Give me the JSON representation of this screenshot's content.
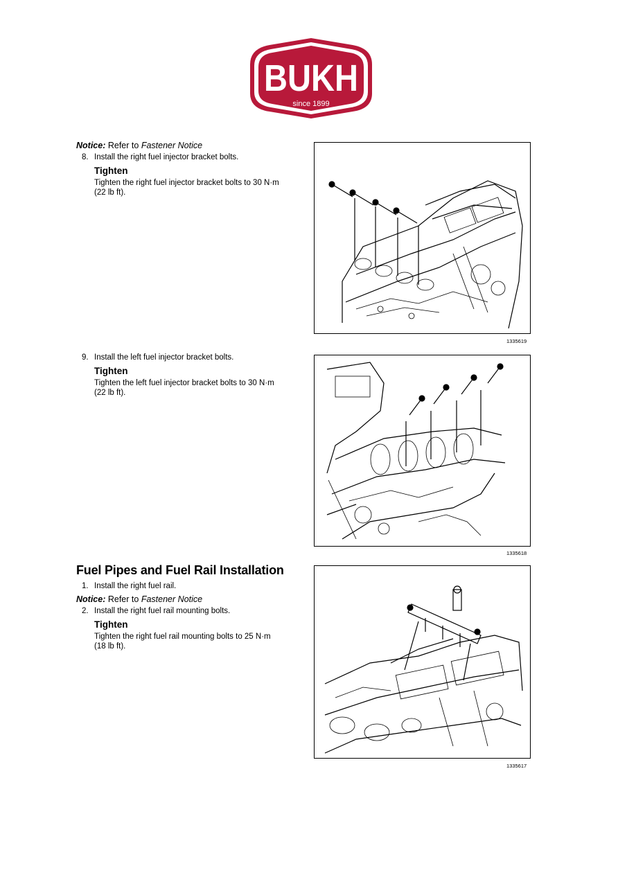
{
  "logo": {
    "brand": "BUKH",
    "tagline": "since 1899",
    "color": "#b8193a"
  },
  "step8": {
    "notice_label": "Notice:",
    "notice_text": "Refer to",
    "notice_link": "Fastener Notice",
    "number": "8.",
    "text": "Install the right fuel injector bracket bolts.",
    "tighten_heading": "Tighten",
    "tighten_text": "Tighten the right fuel injector bracket bolts to 30 N·m (22 lb ft)."
  },
  "step9": {
    "number": "9.",
    "text": "Install the left fuel injector bracket bolts.",
    "tighten_heading": "Tighten",
    "tighten_text": "Tighten the left fuel injector bracket bolts to 30 N·m (22 lb ft)."
  },
  "section": {
    "title": "Fuel Pipes and Fuel Rail Installation",
    "step1_number": "1.",
    "step1_text": "Install the right fuel rail.",
    "notice_label": "Notice:",
    "notice_text": "Refer to",
    "notice_link": "Fastener Notice",
    "step2_number": "2.",
    "step2_text": "Install the right fuel rail mounting bolts.",
    "tighten_heading": "Tighten",
    "tighten_text": "Tighten the right fuel rail mounting bolts to 25 N·m (18 lb ft)."
  },
  "figures": [
    {
      "id": "1335619"
    },
    {
      "id": "1335618"
    },
    {
      "id": "1335617"
    }
  ]
}
